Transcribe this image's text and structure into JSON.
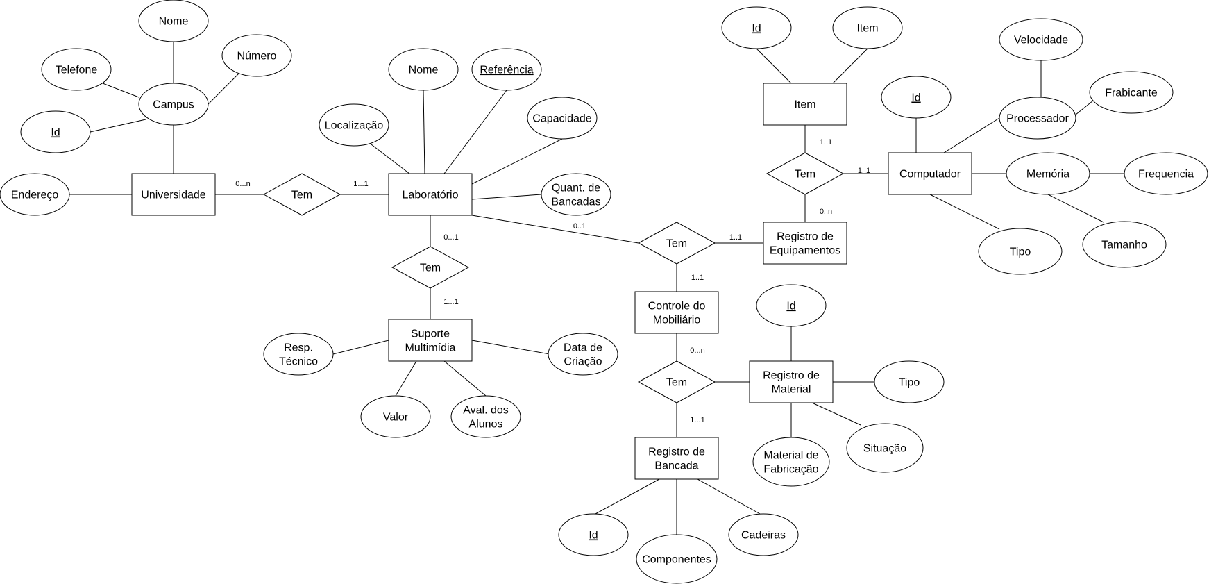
{
  "diagram": {
    "entities": [
      {
        "id": "universidade",
        "lines": [
          "Universidade"
        ]
      },
      {
        "id": "laboratorio",
        "lines": [
          "Laboratório"
        ]
      },
      {
        "id": "suporte",
        "lines": [
          "Suporte",
          "Multimídia"
        ]
      },
      {
        "id": "item",
        "lines": [
          "Item"
        ]
      },
      {
        "id": "computador",
        "lines": [
          "Computador"
        ]
      },
      {
        "id": "reg_equip",
        "lines": [
          "Registro de",
          "Equipamentos"
        ]
      },
      {
        "id": "controle",
        "lines": [
          "Controle do",
          "Mobiliário"
        ]
      },
      {
        "id": "reg_material",
        "lines": [
          "Registro de",
          "Material"
        ]
      },
      {
        "id": "reg_bancada",
        "lines": [
          "Registro de",
          "Bancada"
        ]
      }
    ],
    "relationships": [
      {
        "id": "tem_uni_lab",
        "label": "Tem"
      },
      {
        "id": "tem_lab_sup",
        "label": "Tem"
      },
      {
        "id": "tem_lab_reg",
        "label": "Tem"
      },
      {
        "id": "tem_item_comp",
        "label": "Tem"
      },
      {
        "id": "tem_ctrl",
        "label": "Tem"
      }
    ],
    "attributes": [
      {
        "id": "a_uni_nome",
        "lines": [
          "Nome"
        ],
        "key": false
      },
      {
        "id": "a_uni_tel",
        "lines": [
          "Telefone"
        ],
        "key": false
      },
      {
        "id": "a_uni_num",
        "lines": [
          "Número"
        ],
        "key": false
      },
      {
        "id": "a_campus",
        "lines": [
          "Campus"
        ],
        "key": false
      },
      {
        "id": "a_uni_id",
        "lines": [
          "Id"
        ],
        "key": true
      },
      {
        "id": "a_uni_end",
        "lines": [
          "Endereço"
        ],
        "key": false
      },
      {
        "id": "a_lab_nome",
        "lines": [
          "Nome"
        ],
        "key": false
      },
      {
        "id": "a_lab_ref",
        "lines": [
          "Referência"
        ],
        "key": true
      },
      {
        "id": "a_lab_loc",
        "lines": [
          "Localização"
        ],
        "key": false
      },
      {
        "id": "a_lab_cap",
        "lines": [
          "Capacidade"
        ],
        "key": false
      },
      {
        "id": "a_lab_quant",
        "lines": [
          "Quant. de",
          "Bancadas"
        ],
        "key": false
      },
      {
        "id": "a_sup_resp",
        "lines": [
          "Resp.",
          "Técnico"
        ],
        "key": false
      },
      {
        "id": "a_sup_data",
        "lines": [
          "Data de",
          "Criação"
        ],
        "key": false
      },
      {
        "id": "a_sup_valor",
        "lines": [
          "Valor"
        ],
        "key": false
      },
      {
        "id": "a_sup_aval",
        "lines": [
          "Aval. dos",
          "Alunos"
        ],
        "key": false
      },
      {
        "id": "a_item_id",
        "lines": [
          "Id"
        ],
        "key": true
      },
      {
        "id": "a_item_item",
        "lines": [
          "Item"
        ],
        "key": false
      },
      {
        "id": "a_comp_vel",
        "lines": [
          "Velocidade"
        ],
        "key": false
      },
      {
        "id": "a_comp_id",
        "lines": [
          "Id"
        ],
        "key": true
      },
      {
        "id": "a_comp_proc",
        "lines": [
          "Processador"
        ],
        "key": false
      },
      {
        "id": "a_comp_fab",
        "lines": [
          "Frabicante"
        ],
        "key": false
      },
      {
        "id": "a_comp_mem",
        "lines": [
          "Memória"
        ],
        "key": false
      },
      {
        "id": "a_comp_freq",
        "lines": [
          "Frequencia"
        ],
        "key": false
      },
      {
        "id": "a_comp_tipo",
        "lines": [
          "Tipo"
        ],
        "key": false
      },
      {
        "id": "a_comp_tam",
        "lines": [
          "Tamanho"
        ],
        "key": false
      },
      {
        "id": "a_mat_id",
        "lines": [
          "Id"
        ],
        "key": true
      },
      {
        "id": "a_mat_tipo",
        "lines": [
          "Tipo"
        ],
        "key": false
      },
      {
        "id": "a_mat_sit",
        "lines": [
          "Situação"
        ],
        "key": false
      },
      {
        "id": "a_mat_fab",
        "lines": [
          "Material de",
          "Fabricação"
        ],
        "key": false
      },
      {
        "id": "a_banc_id",
        "lines": [
          "Id"
        ],
        "key": true
      },
      {
        "id": "a_banc_comp",
        "lines": [
          "Componentes"
        ],
        "key": false
      },
      {
        "id": "a_banc_cad",
        "lines": [
          "Cadeiras"
        ],
        "key": false
      }
    ],
    "cardinalities": [
      {
        "id": "c1",
        "text": "0...n"
      },
      {
        "id": "c2",
        "text": "1...1"
      },
      {
        "id": "c3",
        "text": "0...1"
      },
      {
        "id": "c4",
        "text": "1...1"
      },
      {
        "id": "c5",
        "text": "0..1"
      },
      {
        "id": "c6",
        "text": "1..1"
      },
      {
        "id": "c7",
        "text": "1..1"
      },
      {
        "id": "c8",
        "text": "1..1"
      },
      {
        "id": "c9",
        "text": "1..1"
      },
      {
        "id": "c10",
        "text": "0..n"
      },
      {
        "id": "c11",
        "text": "0...n"
      },
      {
        "id": "c12",
        "text": "1...1"
      }
    ]
  }
}
